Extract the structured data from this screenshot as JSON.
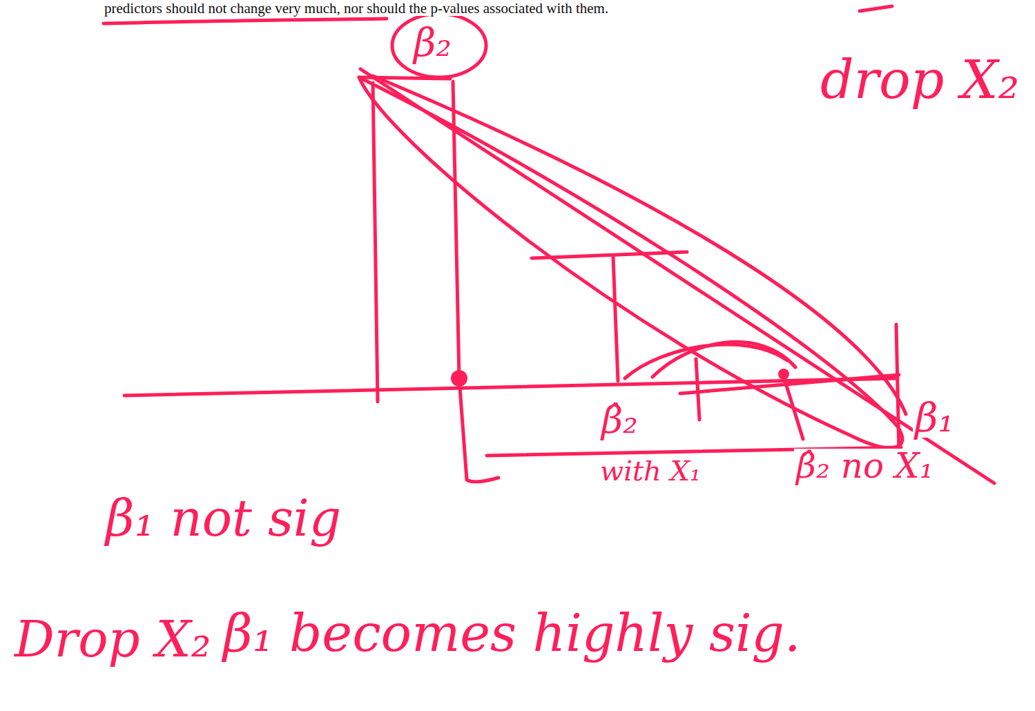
{
  "diagram": {
    "labels": [
      "predictors should not change very much, nor should the p-values associated with them.",
      "β₂",
      "drop X₂",
      "β₁",
      "β̂₂",
      "with X₁",
      "β̂₂ no X₁",
      "β₁ not sig",
      "Drop X₂",
      "β₁ becomes highly sig."
    ]
  }
}
